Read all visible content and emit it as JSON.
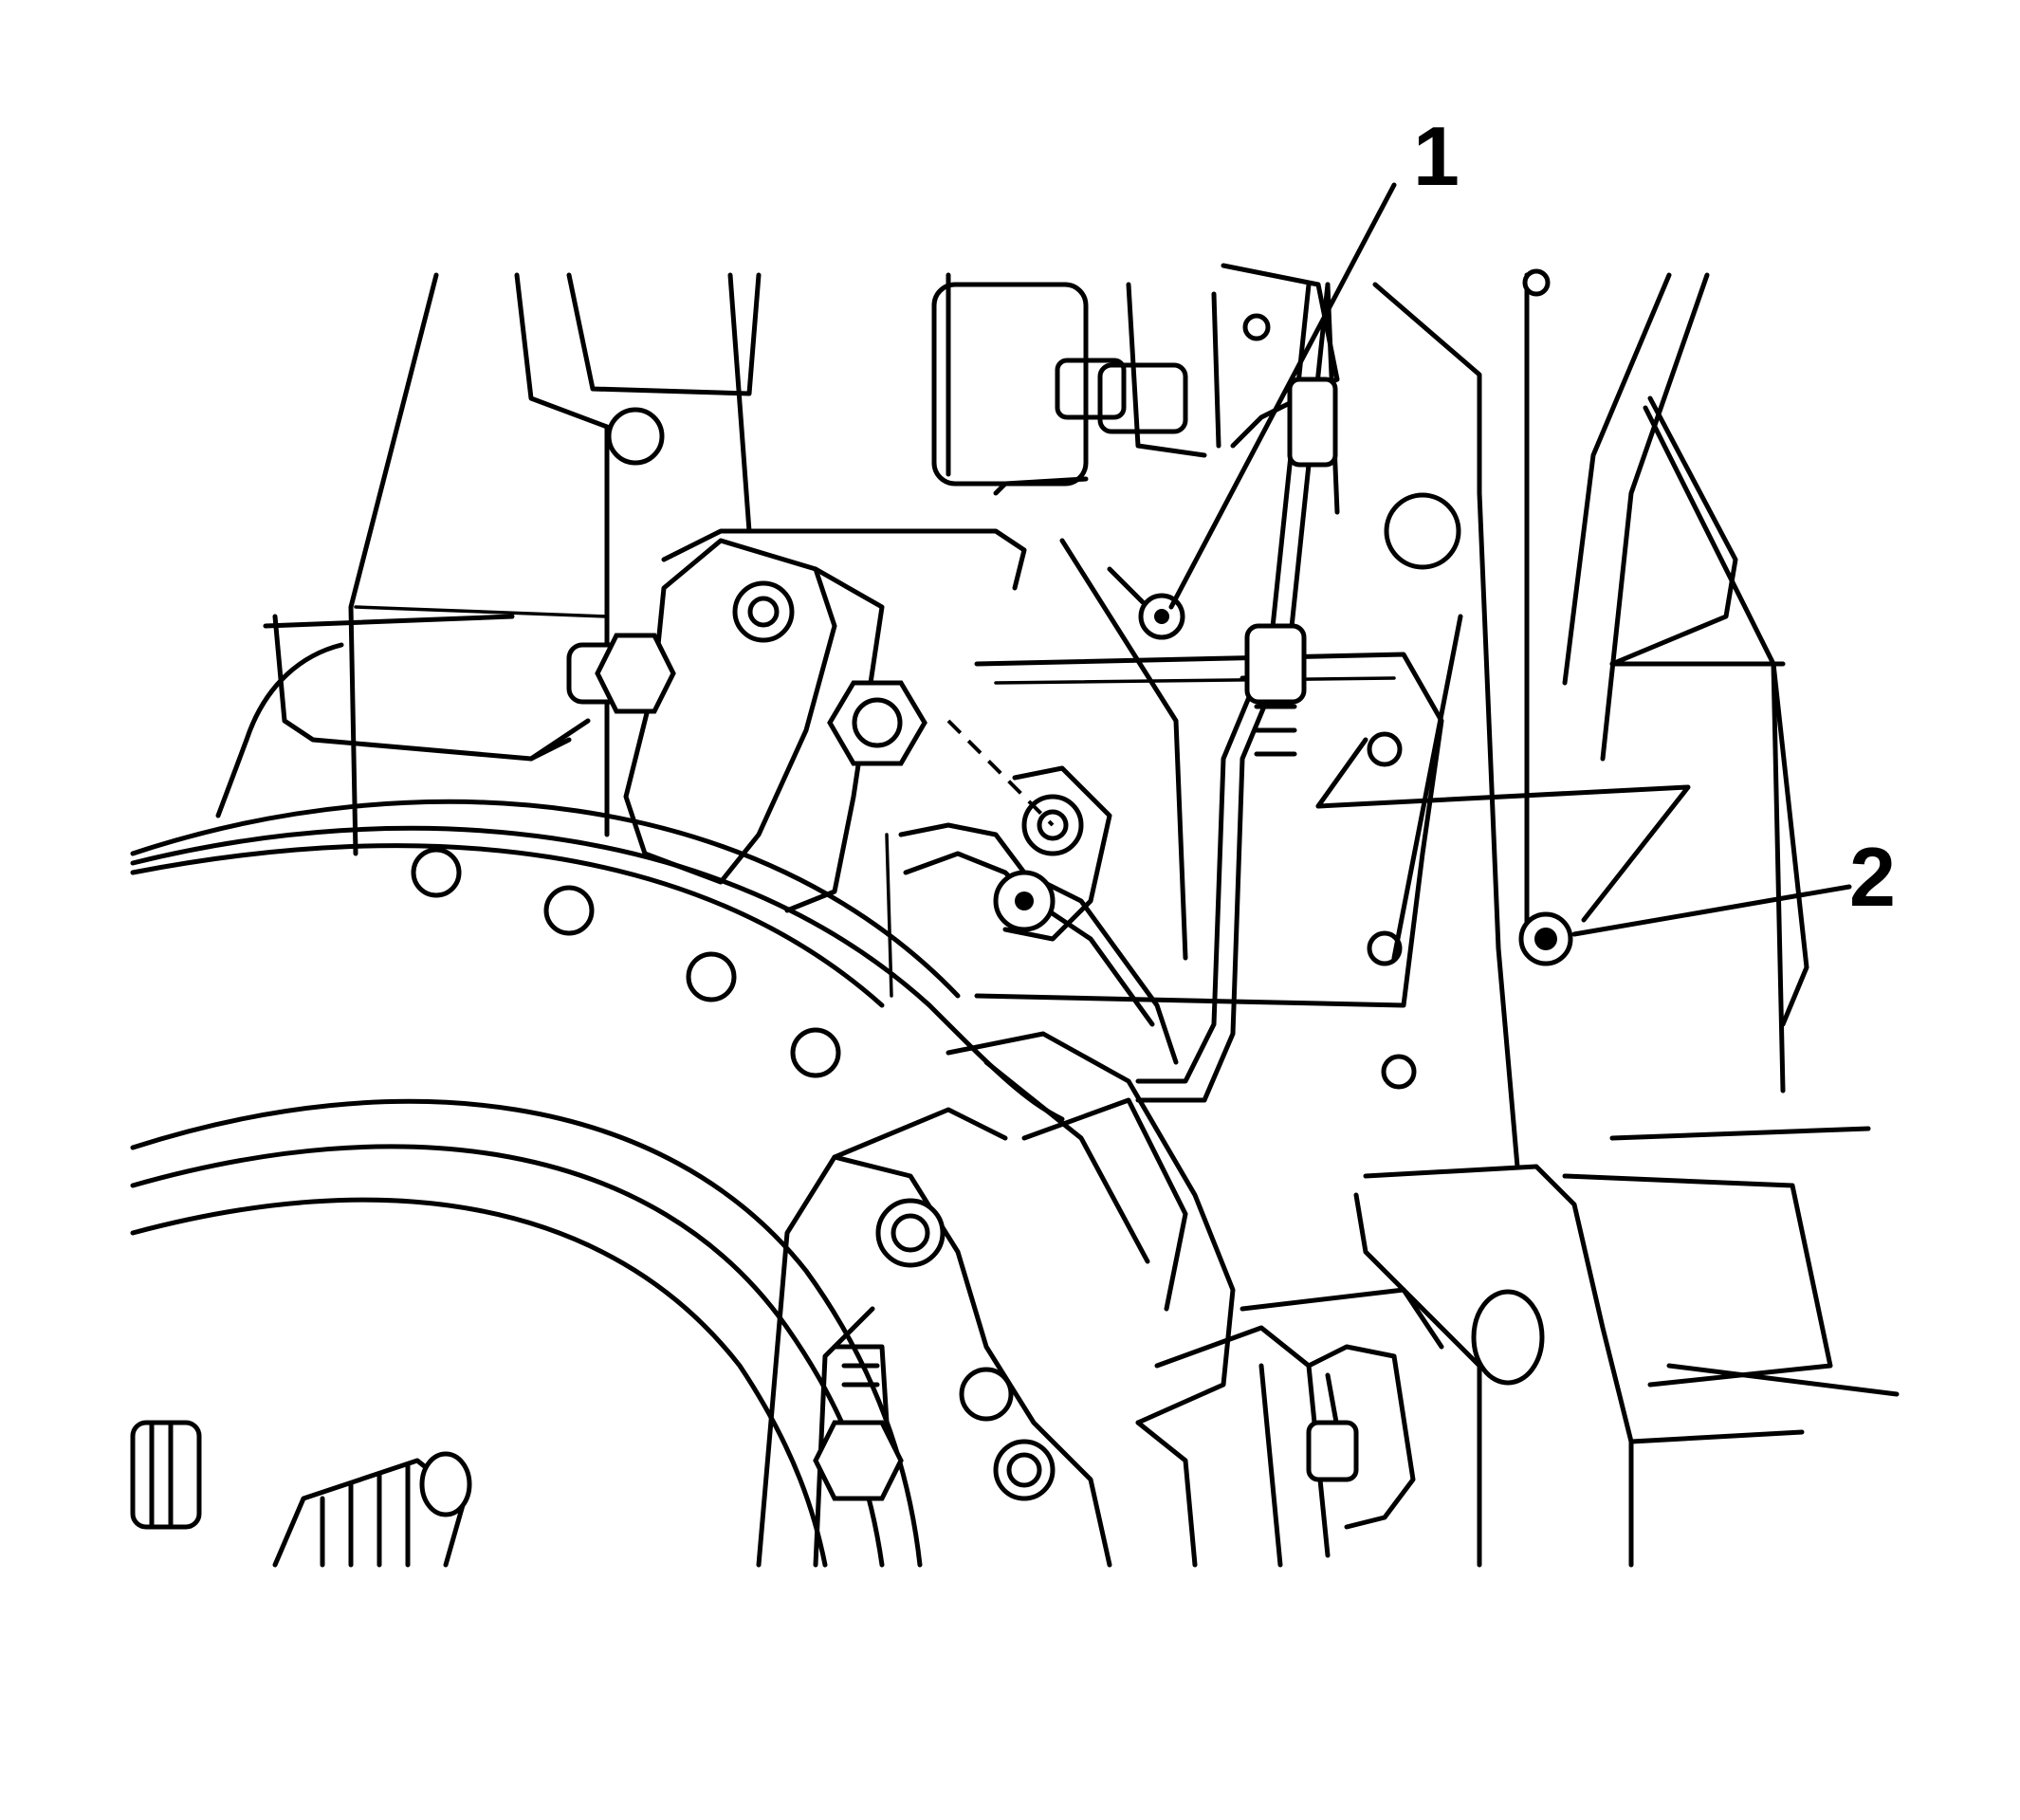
{
  "diagram": {
    "callouts": [
      {
        "id": "callout-1",
        "label": "1"
      },
      {
        "id": "callout-2",
        "label": "2"
      }
    ],
    "colors": {
      "ink": "#000000",
      "paper": "#ffffff"
    }
  }
}
